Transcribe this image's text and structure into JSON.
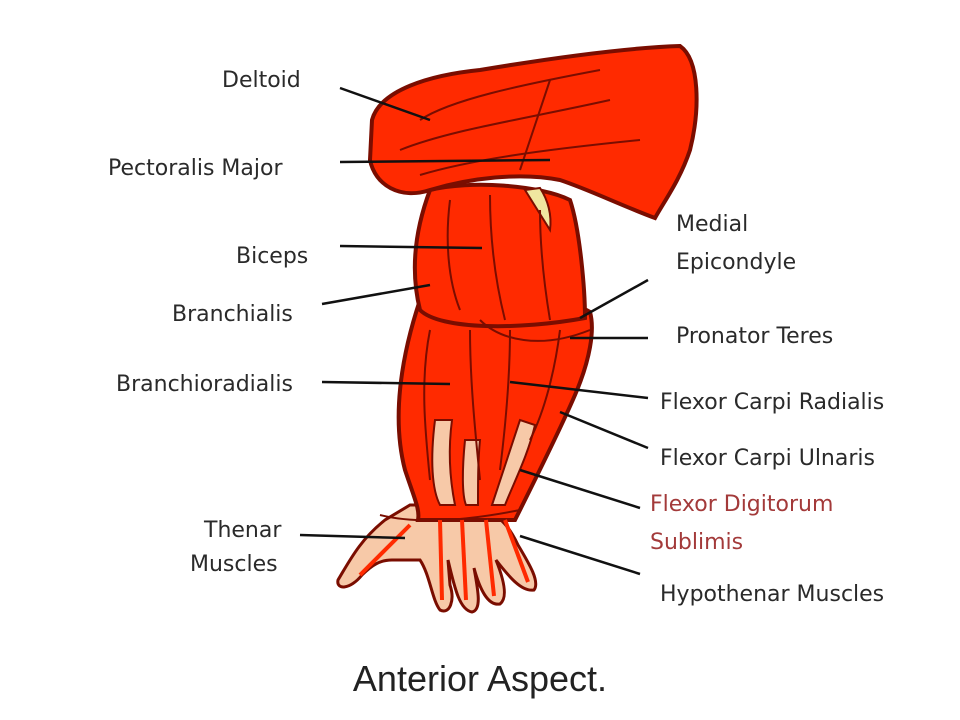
{
  "labels": {
    "deltoid": "Deltoid",
    "pectoralis_major": "Pectoralis Major",
    "biceps": "Biceps",
    "branchialis": "Branchialis",
    "branchioradialis": "Branchioradialis",
    "thenar_line1": "Thenar",
    "thenar_line2": "Muscles",
    "medial_line1": "Medial",
    "medial_line2": "Epicondyle",
    "pronator_teres": "Pronator Teres",
    "flexor_carpi_radialis": "Flexor Carpi Radialis",
    "flexor_carpi_ulnaris": "Flexor Carpi Ulnaris",
    "fds_line1": "Flexor Digitorum",
    "fds_line2": "Sublimis",
    "hypothenar": "Hypothenar Muscles"
  },
  "caption": "Anterior Aspect.",
  "colors": {
    "muscle": "#ff2a00",
    "muscle_dark": "#7a0d00",
    "skin": "#f7c9a8",
    "bone": "#f0e6a0",
    "leader": "#111111",
    "highlight_label": "#a33a3a"
  }
}
